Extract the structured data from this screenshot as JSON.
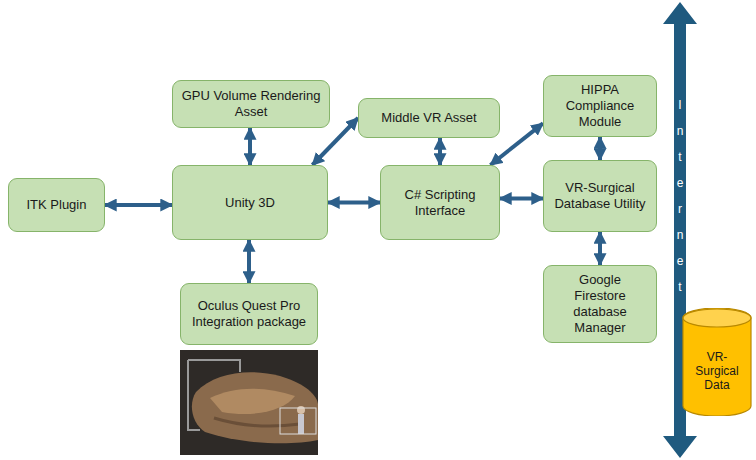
{
  "diagram": {
    "nodes": [
      {
        "text": [
          "GPU Volume Rendering Asset"
        ]
      },
      {
        "text": [
          "Middle VR Asset"
        ]
      },
      {
        "text": [
          "HIPPA Compliance Module"
        ]
      },
      {
        "text": [
          "ITK Plugin"
        ]
      },
      {
        "text": [
          "Unity 3D"
        ]
      },
      {
        "text": [
          "C# Scripting Interface"
        ]
      },
      {
        "text": [
          "VR-Surgical Database Utility"
        ]
      },
      {
        "text": [
          "Google Firestore database Manager"
        ]
      },
      {
        "text": [
          "Oculus Quest Pro Integration package"
        ]
      },
      {
        "text": [
          "VR-Surgical Data"
        ]
      }
    ],
    "edges": [
      {
        "from": 0,
        "to": 4,
        "arrow": "both"
      },
      {
        "from": 4,
        "to": 1,
        "arrow": "both"
      },
      {
        "from": 1,
        "to": 5,
        "arrow": "both"
      },
      {
        "from": 3,
        "to": 4,
        "arrow": "both"
      },
      {
        "from": 4,
        "to": 5,
        "arrow": "both"
      },
      {
        "from": 4,
        "to": 8,
        "arrow": "both"
      },
      {
        "from": 5,
        "to": 2,
        "arrow": "both"
      },
      {
        "from": 5,
        "to": 6,
        "arrow": "both"
      },
      {
        "from": 2,
        "to": 6,
        "arrow": "both"
      },
      {
        "from": 6,
        "to": 7,
        "arrow": "both"
      }
    ],
    "labels": [
      "Internet"
    ]
  }
}
